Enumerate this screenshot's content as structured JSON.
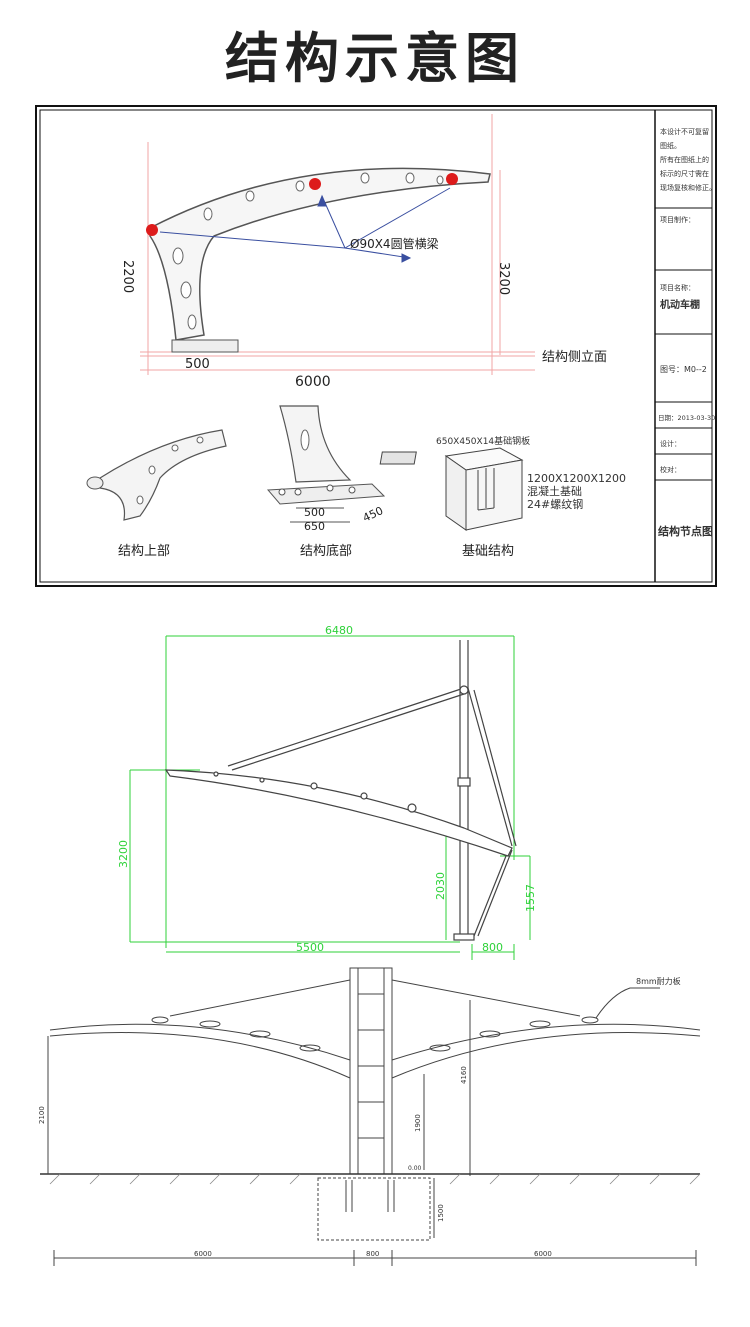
{
  "title": "结构示意图",
  "panel1": {
    "side_elevation_label": "结构侧立面",
    "beam_label": "Ø90X4圆管横梁",
    "dims": {
      "height_left": "2200",
      "height_right": "3200",
      "base_width": "500",
      "total_width": "6000"
    },
    "details": {
      "top_label": "结构上部",
      "bottom_label": "结构底部",
      "bottom_dims": {
        "a": "500",
        "b": "650",
        "c": "450"
      },
      "foundation_label": "基础结构",
      "foundation_plate": "650X450X14基础钢板",
      "foundation_line1": "1200X1200X1200",
      "foundation_line2": "混凝土基础",
      "foundation_line3": "24#螺纹钢"
    },
    "title_block": {
      "note_lines": [
        "本设计不可复留",
        "图纸。",
        "所有在图纸上的",
        "标示的尺寸需在",
        "现场复核和修正。"
      ],
      "project_unit_label": "项目制作：",
      "project_name_label": "项目名称：",
      "project_name": "机动车棚",
      "drawing_no": "图号：M0--2",
      "date": "日期：2013-03-30",
      "design": "设计：",
      "check": "校对：",
      "drawing_title": "结构节点图"
    }
  },
  "panel2": {
    "dims": {
      "top_width": "6480",
      "left_height": "3200",
      "post_height": "2030",
      "right_height": "1557",
      "bottom_width": "5500",
      "bottom_right": "800"
    }
  },
  "panel3": {
    "board_label": "8mm耐力板",
    "dims": {
      "left_height": "2100",
      "mid_height": "1900",
      "right_height": "4160",
      "ground": "0.00",
      "depth": "1500",
      "left_span": "6000",
      "center_span": "800",
      "right_span": "6000"
    }
  },
  "colors": {
    "accent_red": "#dd1b1b",
    "dim_green": "#2fd23a",
    "dim_pink": "#f2a6a6",
    "frame": "#111111",
    "beam_blue": "#3a4fa0"
  }
}
